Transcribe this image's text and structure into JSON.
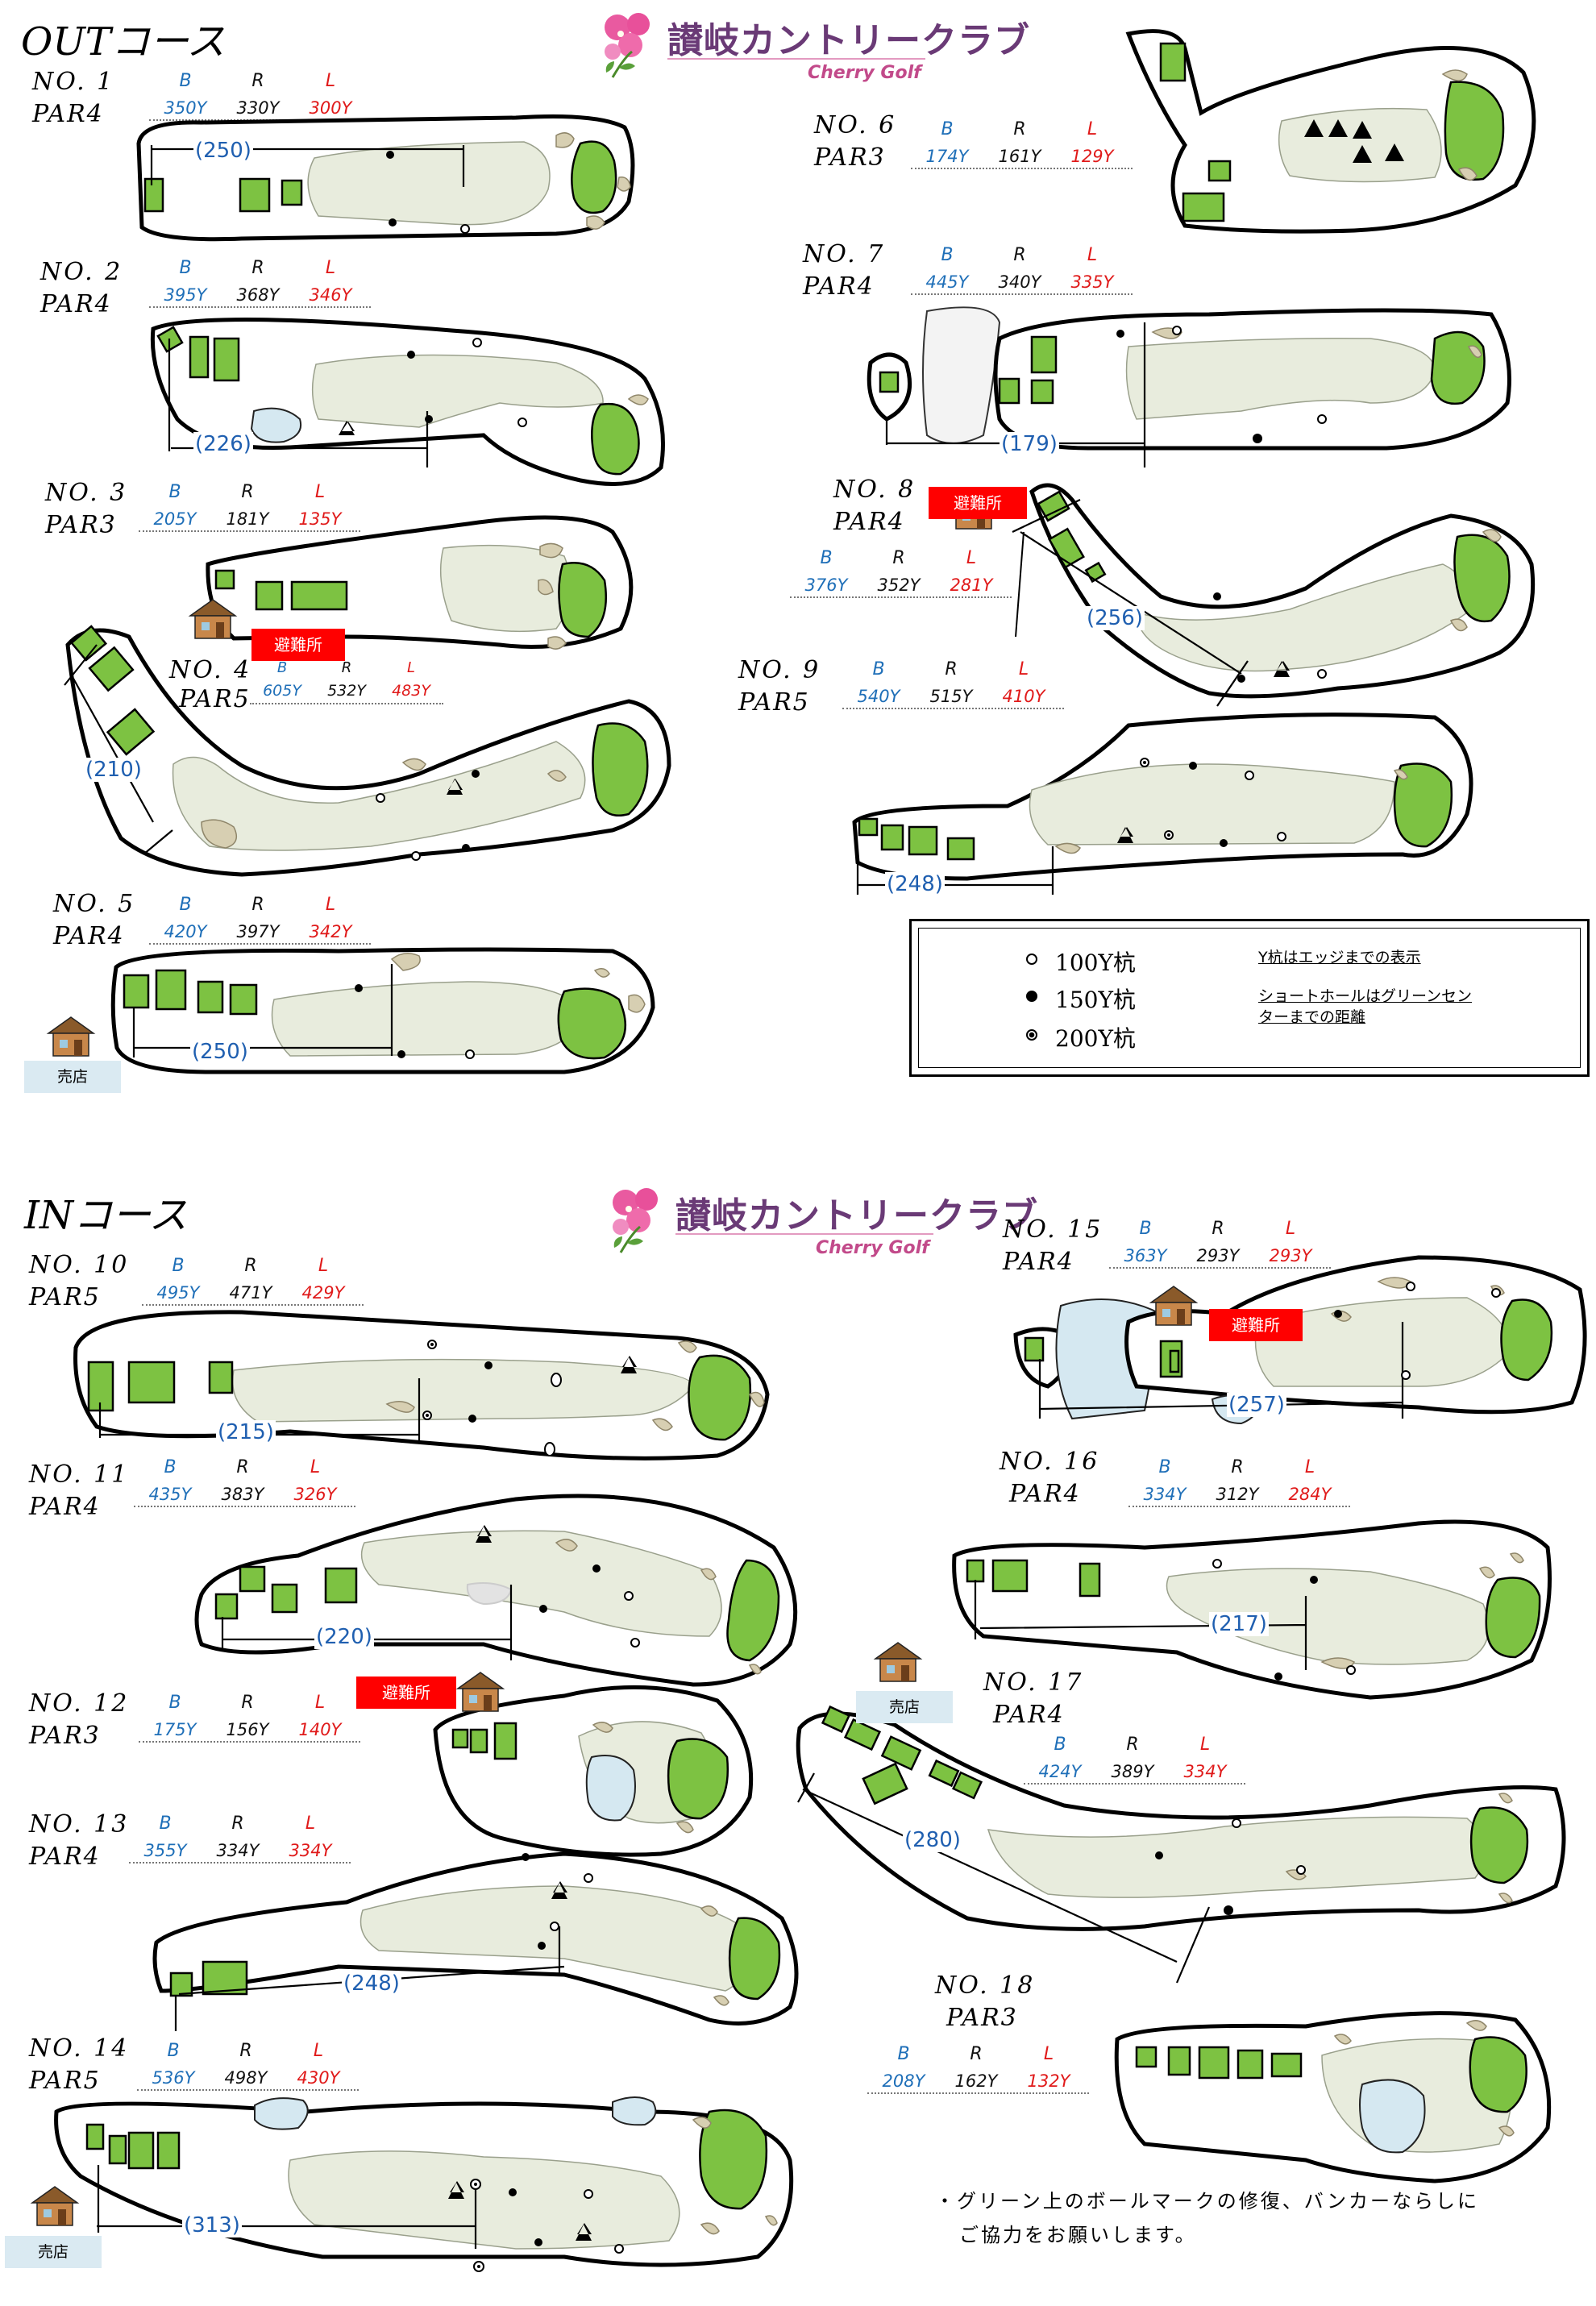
{
  "sections": {
    "out": {
      "title": "OUTコース"
    },
    "in": {
      "title": "INコース"
    }
  },
  "logo": {
    "name": "讃岐カントリークラブ",
    "subtitle": "Cherry Golf"
  },
  "holes": [
    {
      "no": "NO. 1",
      "par": "PAR4",
      "b": "350Y",
      "r": "330Y",
      "l": "300Y",
      "dist": "(250)"
    },
    {
      "no": "NO. 2",
      "par": "PAR4",
      "b": "395Y",
      "r": "368Y",
      "l": "346Y",
      "dist": "(226)"
    },
    {
      "no": "NO. 3",
      "par": "PAR3",
      "b": "205Y",
      "r": "181Y",
      "l": "135Y",
      "dist": ""
    },
    {
      "no": "NO. 4",
      "par": "PAR5",
      "b": "605Y",
      "r": "532Y",
      "l": "483Y",
      "dist": "(210)"
    },
    {
      "no": "NO. 5",
      "par": "PAR4",
      "b": "420Y",
      "r": "397Y",
      "l": "342Y",
      "dist": "(250)"
    },
    {
      "no": "NO. 6",
      "par": "PAR3",
      "b": "174Y",
      "r": "161Y",
      "l": "129Y",
      "dist": ""
    },
    {
      "no": "NO. 7",
      "par": "PAR4",
      "b": "445Y",
      "r": "340Y",
      "l": "335Y",
      "dist": "(179)"
    },
    {
      "no": "NO. 8",
      "par": "PAR4",
      "b": "376Y",
      "r": "352Y",
      "l": "281Y",
      "dist": "(256)"
    },
    {
      "no": "NO. 9",
      "par": "PAR5",
      "b": "540Y",
      "r": "515Y",
      "l": "410Y",
      "dist": "(248)"
    },
    {
      "no": "NO. 10",
      "par": "PAR5",
      "b": "495Y",
      "r": "471Y",
      "l": "429Y",
      "dist": "(215)"
    },
    {
      "no": "NO. 11",
      "par": "PAR4",
      "b": "435Y",
      "r": "383Y",
      "l": "326Y",
      "dist": "(220)"
    },
    {
      "no": "NO. 12",
      "par": "PAR3",
      "b": "175Y",
      "r": "156Y",
      "l": "140Y",
      "dist": ""
    },
    {
      "no": "NO. 13",
      "par": "PAR4",
      "b": "355Y",
      "r": "334Y",
      "l": "334Y",
      "dist": "(248)"
    },
    {
      "no": "NO. 14",
      "par": "PAR5",
      "b": "536Y",
      "r": "498Y",
      "l": "430Y",
      "dist": "(313)"
    },
    {
      "no": "NO. 15",
      "par": "PAR4",
      "b": "363Y",
      "r": "293Y",
      "l": "293Y",
      "dist": "(257)"
    },
    {
      "no": "NO. 16",
      "par": "PAR4",
      "b": "334Y",
      "r": "312Y",
      "l": "284Y",
      "dist": "(217)"
    },
    {
      "no": "NO. 17",
      "par": "PAR4",
      "b": "424Y",
      "r": "389Y",
      "l": "334Y",
      "dist": "(280)"
    },
    {
      "no": "NO. 18",
      "par": "PAR3",
      "b": "208Y",
      "r": "162Y",
      "l": "132Y",
      "dist": ""
    }
  ],
  "tee_labels": {
    "b": "B",
    "r": "R",
    "l": "L"
  },
  "facilities": {
    "shelter": "避難所",
    "shop": "売店"
  },
  "legend": {
    "items": [
      {
        "label": "100Y杭",
        "icon": "hollow-circle"
      },
      {
        "label": "150Y杭",
        "icon": "filled-circle"
      },
      {
        "label": "200Y杭",
        "icon": "dotted-circle"
      }
    ],
    "note1": "Y杭はエッジまでの表示",
    "note2a": "ショートホールはグリーンセン",
    "note2b": "ターまでの距離"
  },
  "footnote": {
    "line1": "・グリーン上のボールマークの修復、バンカーならしに",
    "line2": "ご協力をお願いします。"
  },
  "colors": {
    "green": "#7dc242",
    "fairway": "#e8ecdd",
    "bunker": "#d7cfb2",
    "water": "#d5e8f1",
    "back_tee": "#1f6fb8",
    "ladies_tee": "#e01a1a",
    "shelter_bg": "#ff0000",
    "distance_text": "#1f5fb0"
  }
}
